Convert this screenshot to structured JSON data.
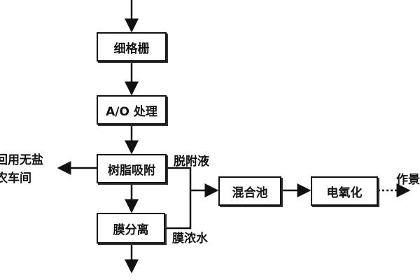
{
  "diagram": {
    "nodes": {
      "fine_screen": "细格栅",
      "ao": "A/O 处理",
      "resin": "树脂吸附",
      "membrane": "膜分离",
      "mixing": "混合池",
      "electro": "电氧化"
    },
    "labels": {
      "desorption": "脱附液",
      "concentrate": "膜浓水",
      "reuse_line1": "回用无盐",
      "reuse_line2": "农车间",
      "right_out": "作景"
    }
  }
}
